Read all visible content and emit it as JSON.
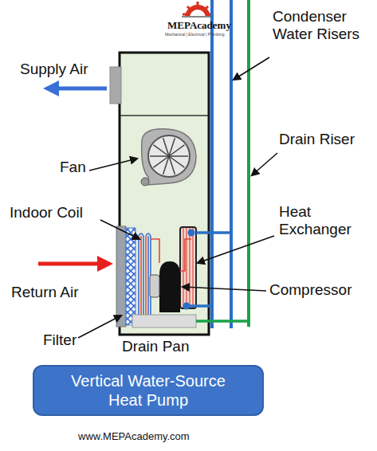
{
  "diagram": {
    "nodes": [
      {
        "text": [
          "Vertical Water-Source Heat Pump"
        ]
      }
    ],
    "labels": [
      "MEPAcademy",
      "Mechanical | Electrical | Plumbing",
      "Supply Air",
      "Condenser Water Risers",
      "Drain Riser",
      "Fan",
      "Indoor Coil",
      "Heat Exchanger",
      "Return Air",
      "Compressor",
      "Filter",
      "Drain Pan",
      "www.MEPAcademy.com"
    ]
  }
}
